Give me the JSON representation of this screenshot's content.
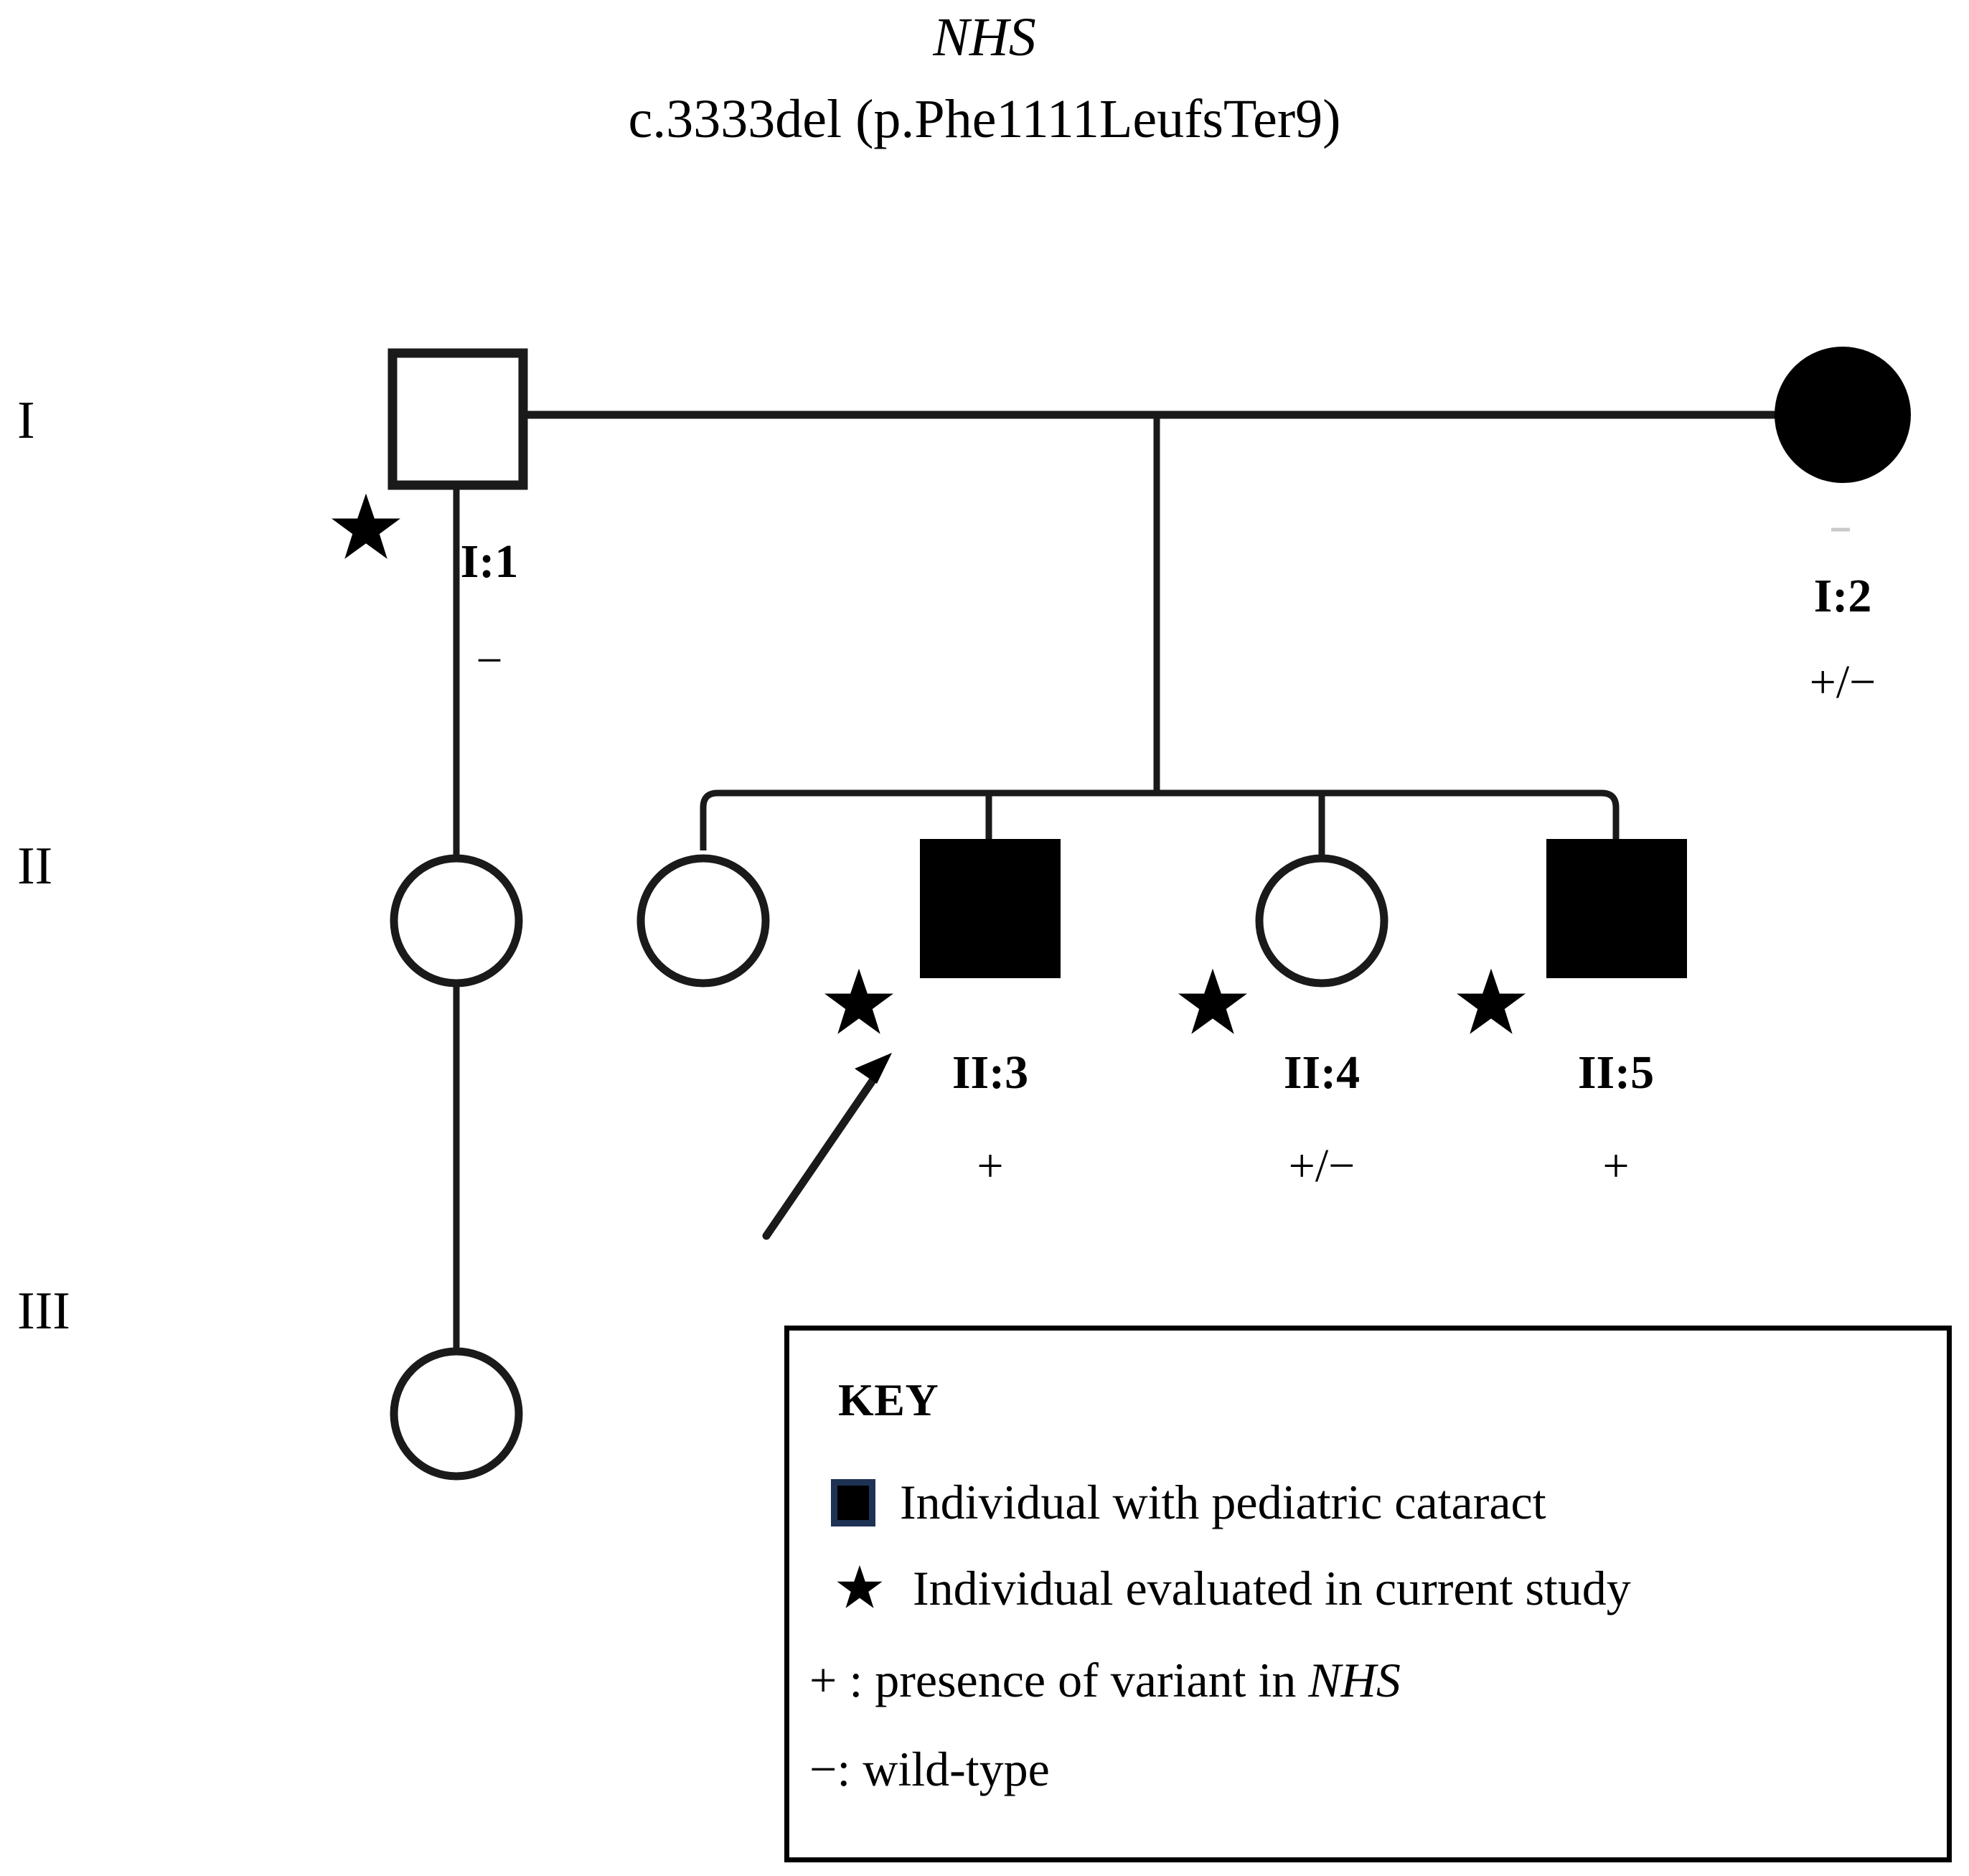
{
  "title": {
    "gene": "NHS",
    "variant": "c.3333del (p.Phe1111LeufsTer9)"
  },
  "generation_labels": [
    {
      "id": "gen-I",
      "label": "I"
    },
    {
      "id": "gen-II",
      "label": "II"
    },
    {
      "id": "gen-III",
      "label": "III"
    }
  ],
  "individuals": [
    {
      "id": "I:1",
      "generation": "I",
      "sex": "male",
      "shape": "square",
      "affected": false,
      "evaluated": true,
      "genotype": "−",
      "proband": false
    },
    {
      "id": "I:2",
      "generation": "I",
      "sex": "female",
      "shape": "circle",
      "affected": true,
      "evaluated": false,
      "genotype": "+/−",
      "proband": false
    },
    {
      "id": "II:1",
      "generation": "II",
      "sex": "female",
      "shape": "circle",
      "affected": false,
      "evaluated": false,
      "genotype": "",
      "proband": false
    },
    {
      "id": "II:2",
      "generation": "II",
      "sex": "female",
      "shape": "circle",
      "affected": false,
      "evaluated": false,
      "genotype": "",
      "proband": false
    },
    {
      "id": "II:3",
      "generation": "II",
      "sex": "male",
      "shape": "square",
      "affected": true,
      "evaluated": true,
      "genotype": "+",
      "proband": true
    },
    {
      "id": "II:4",
      "generation": "II",
      "sex": "female",
      "shape": "circle",
      "affected": false,
      "evaluated": true,
      "genotype": "+/−",
      "proband": false
    },
    {
      "id": "II:5",
      "generation": "II",
      "sex": "male",
      "shape": "square",
      "affected": true,
      "evaluated": true,
      "genotype": "+",
      "proband": false
    },
    {
      "id": "III:1",
      "generation": "III",
      "sex": "female",
      "shape": "circle",
      "affected": false,
      "evaluated": false,
      "genotype": "",
      "proband": false
    }
  ],
  "key": {
    "title": "KEY",
    "row_affected": "Individual with pediatric cataract",
    "row_star": "Individual evaluated in current study",
    "line_plus_pre": "+ : presence of variant in ",
    "line_plus_gene": "NHS",
    "line_minus": "−: wild-type"
  },
  "colors": {
    "line": "#1a1a1a",
    "fill_affected": "#000000",
    "key_swatch_border": "#1e3254",
    "background": "#ffffff"
  }
}
